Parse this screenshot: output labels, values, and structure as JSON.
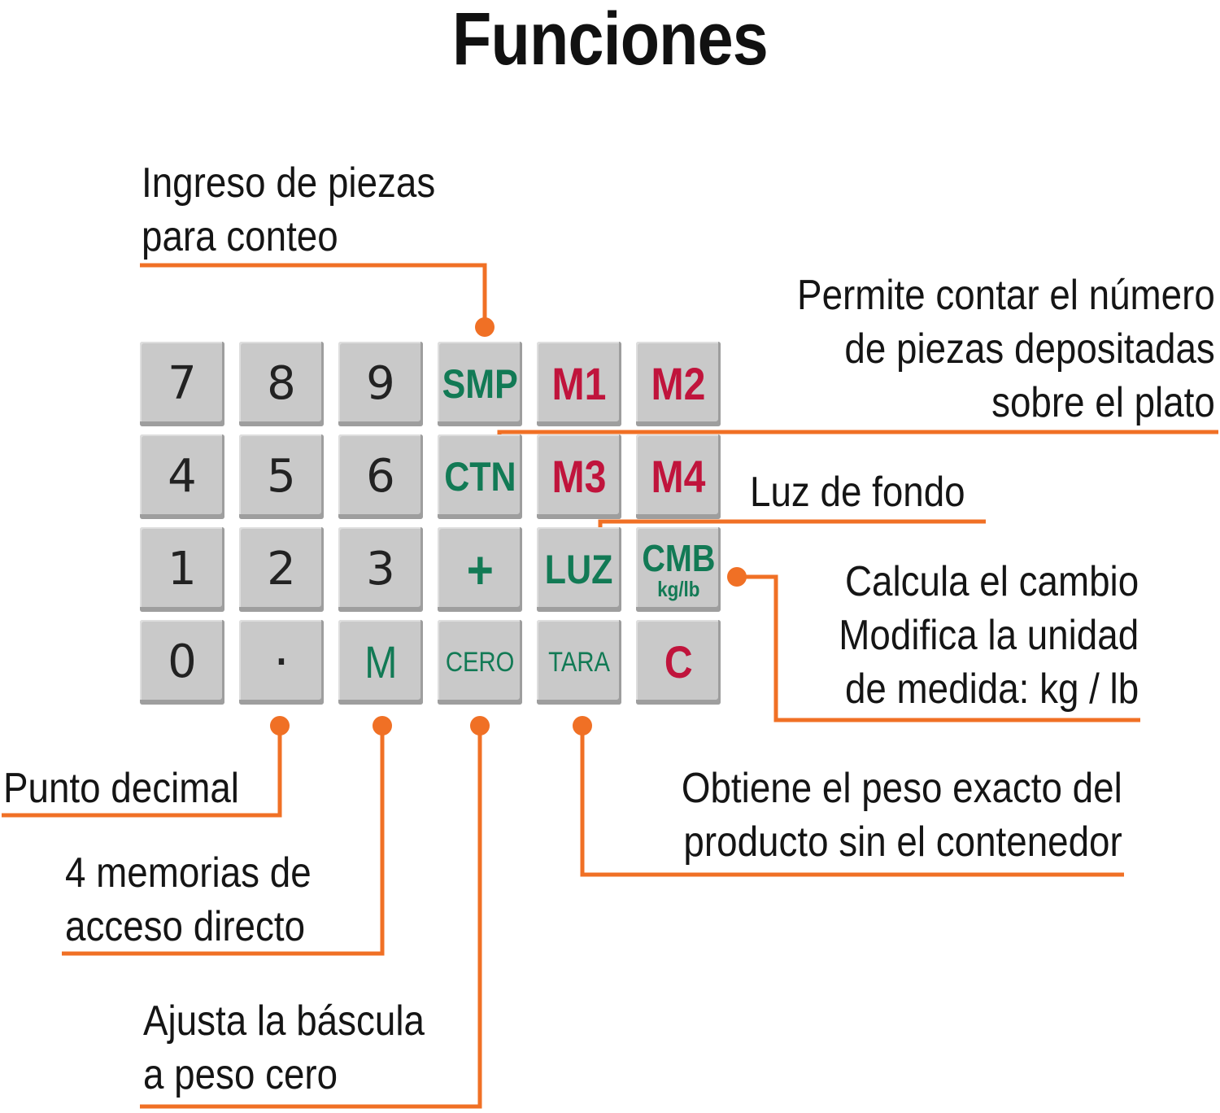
{
  "title": "Funciones",
  "colors": {
    "accent": "#f07025",
    "key_face": "#c9c9c9",
    "key_text_dark": "#222222",
    "key_text_green": "#127a55",
    "key_text_red": "#c0143c"
  },
  "keys": [
    {
      "label": "7",
      "color": "dark"
    },
    {
      "label": "8",
      "color": "dark"
    },
    {
      "label": "9",
      "color": "dark"
    },
    {
      "label": "SMP",
      "color": "green"
    },
    {
      "label": "M1",
      "color": "red"
    },
    {
      "label": "M2",
      "color": "red"
    },
    {
      "label": "4",
      "color": "dark"
    },
    {
      "label": "5",
      "color": "dark"
    },
    {
      "label": "6",
      "color": "dark"
    },
    {
      "label": "CTN",
      "color": "green"
    },
    {
      "label": "M3",
      "color": "red"
    },
    {
      "label": "M4",
      "color": "red"
    },
    {
      "label": "1",
      "color": "dark"
    },
    {
      "label": "2",
      "color": "dark"
    },
    {
      "label": "3",
      "color": "dark"
    },
    {
      "label": "+",
      "color": "green"
    },
    {
      "label": "LUZ",
      "color": "green"
    },
    {
      "label": "CMB",
      "sublabel": "kg/lb",
      "color": "green"
    },
    {
      "label": "0",
      "color": "dark"
    },
    {
      "label": "·",
      "color": "dark"
    },
    {
      "label": "M",
      "color": "green"
    },
    {
      "label": "CERO",
      "color": "green"
    },
    {
      "label": "TARA",
      "color": "green"
    },
    {
      "label": "C",
      "color": "red"
    }
  ],
  "callouts": {
    "ingreso": {
      "lines": [
        "Ingreso de piezas",
        "para conteo"
      ]
    },
    "contar": {
      "lines": [
        "Permite contar el número",
        "de piezas depositadas",
        "sobre el plato"
      ]
    },
    "luz": {
      "lines": [
        "Luz de fondo"
      ]
    },
    "cambio": {
      "lines": [
        "Calcula el cambio",
        "Modifica la unidad",
        "de medida: kg / lb"
      ]
    },
    "punto": {
      "lines": [
        "Punto decimal"
      ]
    },
    "memorias": {
      "lines": [
        "4 memorias de",
        "acceso directo"
      ]
    },
    "tara": {
      "lines": [
        "Obtiene el peso exacto del",
        "producto sin el contenedor"
      ]
    },
    "cero": {
      "lines": [
        "Ajusta la báscula",
        "a peso cero"
      ]
    }
  }
}
